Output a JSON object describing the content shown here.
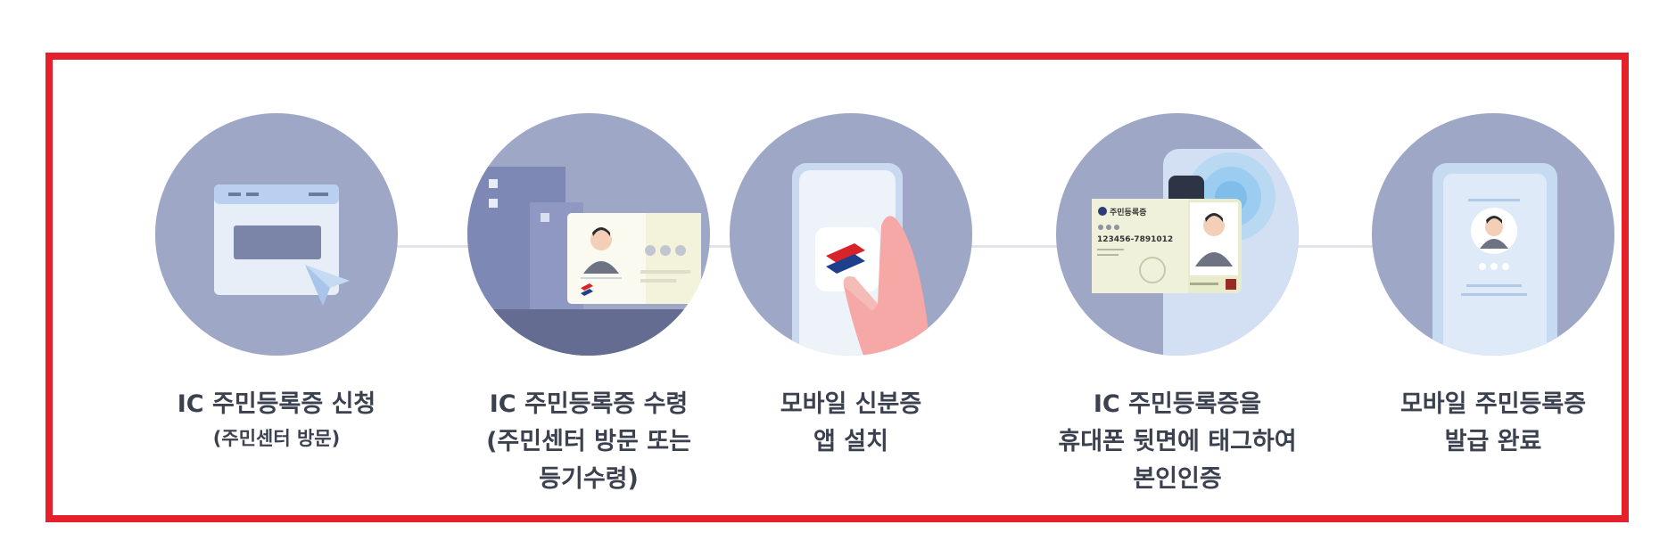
{
  "steps": [
    {
      "id": "apply",
      "lines": [
        "IC 주민등록증 신청"
      ],
      "sub": "(주민센터 방문)"
    },
    {
      "id": "receive",
      "lines": [
        "IC 주민등록증 수령",
        "(주민센터 방문 또는",
        "등기수령)"
      ]
    },
    {
      "id": "install",
      "lines": [
        "모바일 신분증",
        "앱 설치"
      ]
    },
    {
      "id": "verify",
      "lines": [
        "IC 주민등록증을",
        "휴대폰 뒷면에 태그하여",
        "본인인증"
      ]
    },
    {
      "id": "issue",
      "lines": [
        "모바일 주민등록증",
        "발급 완료"
      ]
    }
  ],
  "card_text": {
    "title": "주민등록증",
    "number": "123456-7891012"
  },
  "colors": {
    "frame_border": "#e5202a",
    "circle_bg": "#9ea8c6",
    "caption_text": "#3c4150"
  }
}
